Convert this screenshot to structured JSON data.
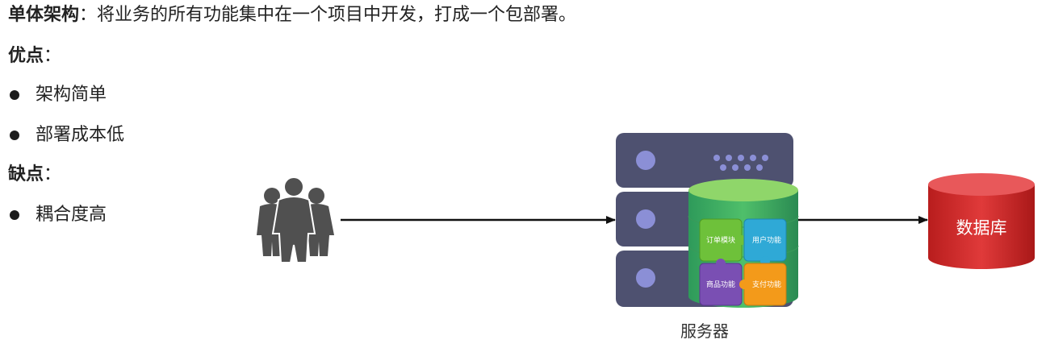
{
  "intro": {
    "term": "单体架构",
    "colon": "：",
    "definition": "将业务的所有功能集中在一个项目中开发，打成一个包部署。"
  },
  "pros": {
    "heading": "优点",
    "colon": "：",
    "items": [
      "架构简单",
      "部署成本低"
    ]
  },
  "cons": {
    "heading": "缺点",
    "colon": "：",
    "items": [
      "耦合度高"
    ]
  },
  "diagram": {
    "server_label": "服务器",
    "database_label": "数据库",
    "modules": [
      "订单模块",
      "用户功能",
      "商品功能",
      "支付功能"
    ]
  },
  "icons": {
    "users": "users-group-icon",
    "server": "server-rack-icon",
    "app": "application-cylinder-icon",
    "database": "database-icon"
  },
  "colors": {
    "server_body": "#4e5170",
    "server_dot": "#8b8fd6",
    "app_green": "#4caf50",
    "app_top": "#8fd66a",
    "module_green": "#6ec13a",
    "module_blue": "#2fa9d6",
    "module_purple": "#7a4fb3",
    "module_orange": "#f39a1a",
    "database_red": "#d42a2a",
    "people": "#505050"
  }
}
